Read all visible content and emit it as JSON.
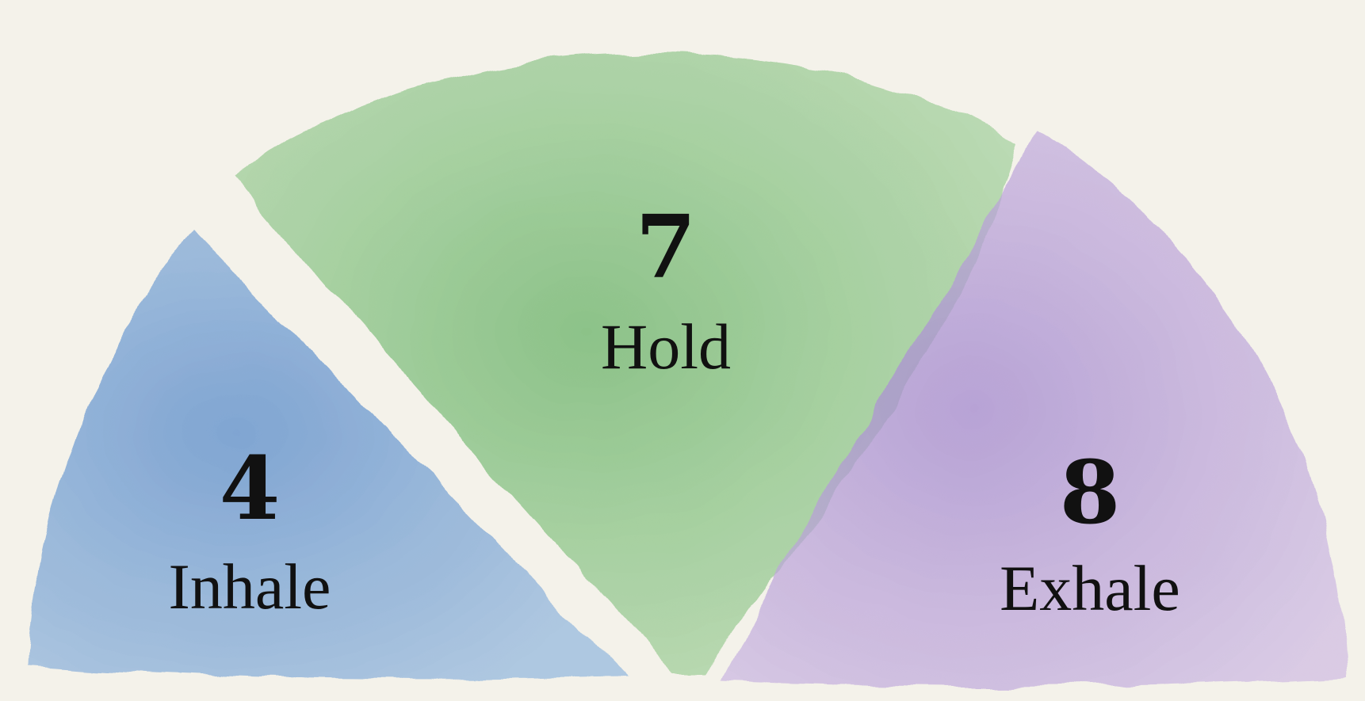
{
  "segments": [
    {
      "id": "inhale",
      "count": "4",
      "label": "Inhale",
      "color": "#8fb4dc",
      "shade": "#5f8fcb"
    },
    {
      "id": "hold",
      "count": "7",
      "label": "Hold",
      "color": "#a9d3a2",
      "shade": "#6fb56d"
    },
    {
      "id": "exhale",
      "count": "8",
      "label": "Exhale",
      "color": "#cdb9e2",
      "shade": "#a68ccf"
    }
  ],
  "background": "#f4f2ea"
}
